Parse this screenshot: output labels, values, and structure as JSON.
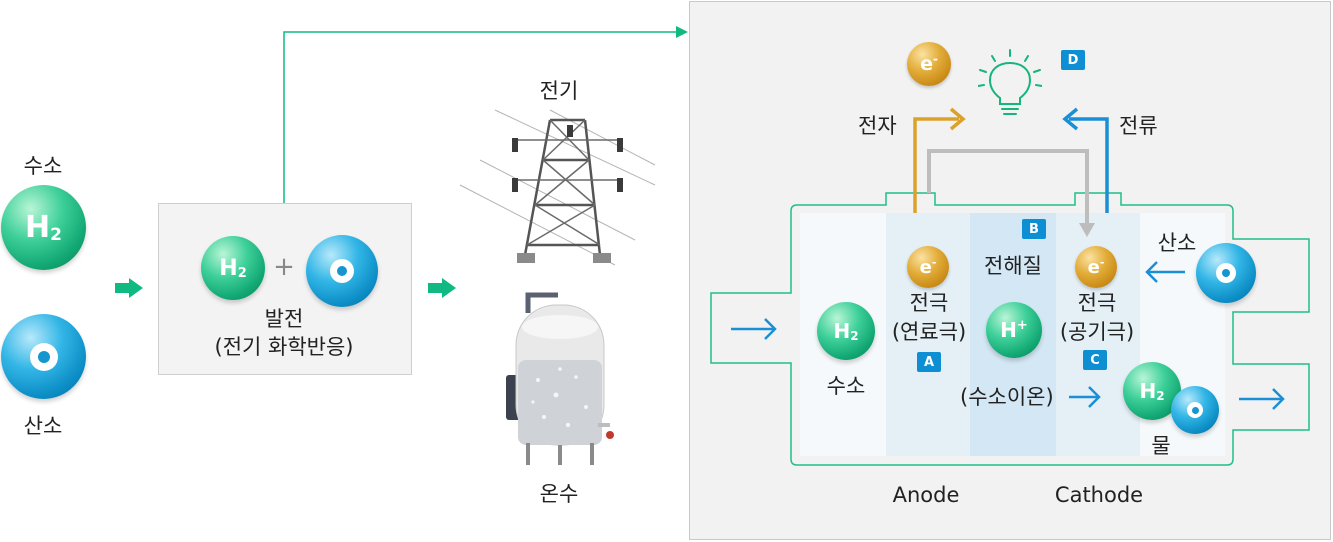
{
  "inputs": {
    "hydrogen_label": "수소",
    "hydrogen_symbol": "H",
    "hydrogen_subscript": "2",
    "oxygen_label": "산소"
  },
  "generation": {
    "plus": "+",
    "title": "발전",
    "subtitle": "(전기 화학반응)"
  },
  "outputs": {
    "electricity_label": "전기",
    "hot_water_label": "온수"
  },
  "cell": {
    "electron_symbol": "e",
    "electron_sup": "-",
    "electron_label": "전자",
    "current_label": "전류",
    "hydrogen_label": "수소",
    "anode_electrode_label": "전극",
    "anode_electrode_sub": "(연료극)",
    "electrolyte_label": "전해질",
    "proton_symbol": "H",
    "proton_sup": "+",
    "proton_label": "(수소이온)",
    "cathode_electrode_label": "전극",
    "cathode_electrode_sub": "(공기극)",
    "oxygen_label": "산소",
    "water_label": "물",
    "anode_label": "Anode",
    "cathode_label": "Cathode",
    "badges": {
      "a": "A",
      "b": "B",
      "c": "C",
      "d": "D"
    }
  },
  "colors": {
    "flow_arrow": "#10b981",
    "cell_outline": "#1fbf88",
    "electron_path": "#dba12a",
    "current_path": "#1a8fd6",
    "gray_path": "#bdbdbd",
    "bulb": "#16b57c",
    "badge": "#0e8fd4"
  }
}
